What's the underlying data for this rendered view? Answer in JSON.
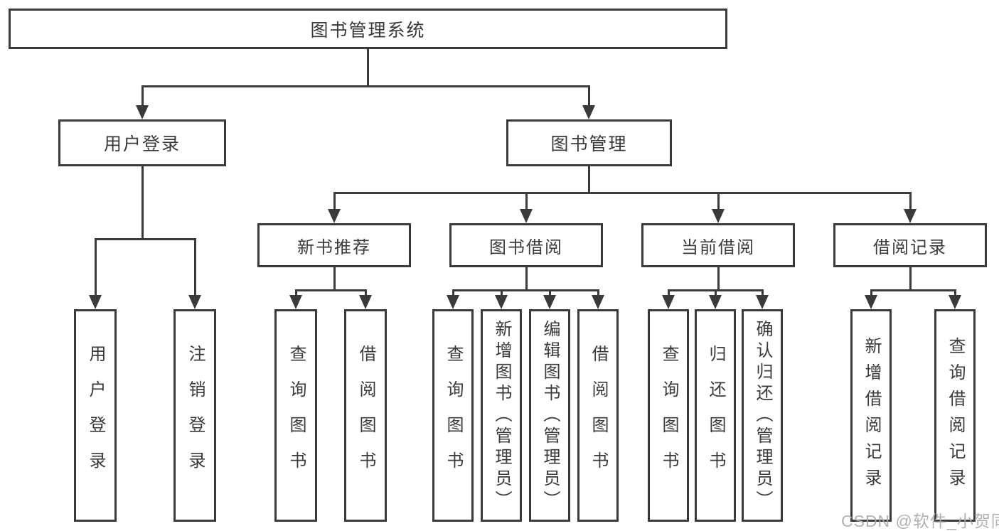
{
  "diagram": {
    "tree": {
      "label": "图书管理系统",
      "children": [
        {
          "label": "用户登录",
          "children": [
            {
              "label": "用户登录"
            },
            {
              "label": "注销登录"
            }
          ]
        },
        {
          "label": "图书管理",
          "children": [
            {
              "label": "新书推荐",
              "children": [
                {
                  "label": "查询图书"
                },
                {
                  "label": "借阅图书"
                }
              ]
            },
            {
              "label": "图书借阅",
              "children": [
                {
                  "label": "查询图书"
                },
                {
                  "label": "新增图书（管理员）"
                },
                {
                  "label": "编辑图书（管理员）"
                },
                {
                  "label": "借阅图书"
                }
              ]
            },
            {
              "label": "当前借阅",
              "children": [
                {
                  "label": "查询图书"
                },
                {
                  "label": "归还图书"
                },
                {
                  "label": "确认归还（管理员）"
                }
              ]
            },
            {
              "label": "借阅记录",
              "children": [
                {
                  "label": "新增借阅记录"
                },
                {
                  "label": "查询借阅记录"
                }
              ]
            }
          ]
        }
      ]
    },
    "colors": {
      "line": "#3a3a3a",
      "text": "#3a3a3a",
      "watermark": "#a9a9a9",
      "background": "#ffffff"
    }
  },
  "watermark": {
    "text": "CSDN @软件_小贺同学"
  }
}
